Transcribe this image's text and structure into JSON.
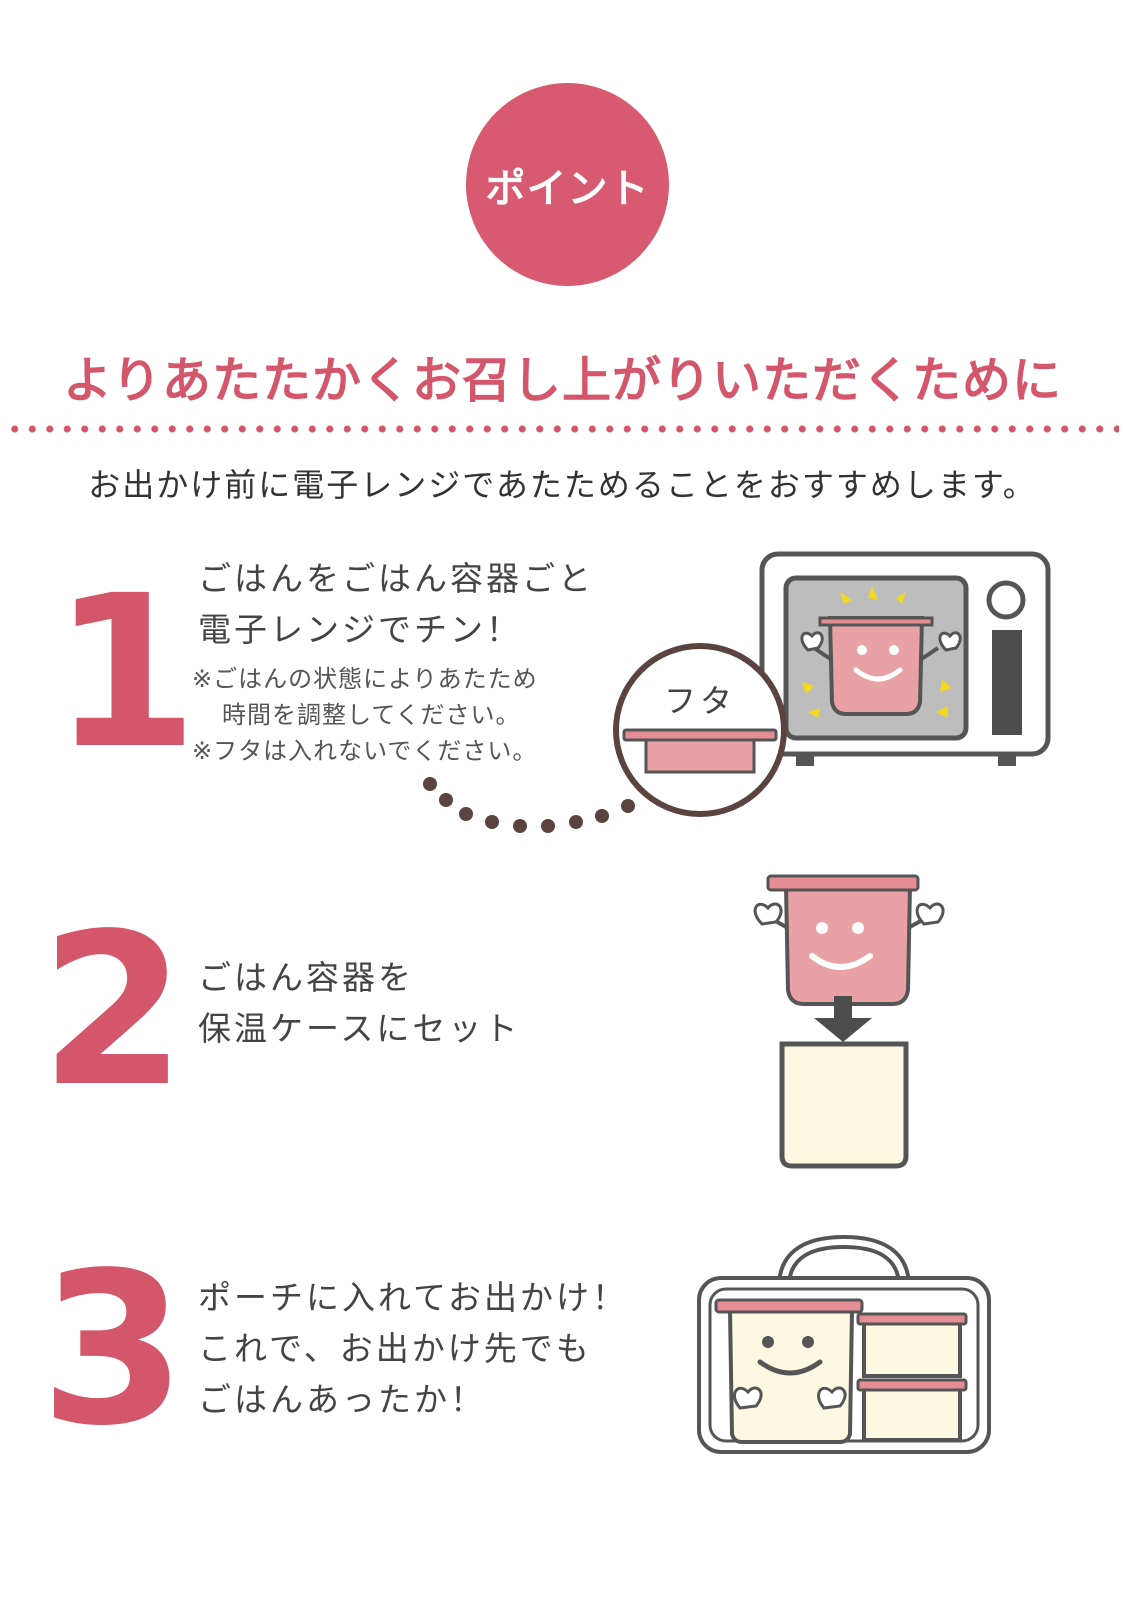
{
  "badge": {
    "label": "ポイント"
  },
  "headline": "よりあたたかくお召し上がりいただくために",
  "subline": "お出かけ前に電子レンジであたためることをおすすめします。",
  "steps": [
    {
      "number": "1",
      "lines": [
        "ごはんをごはん容器ごと",
        "電子レンジでチン！"
      ],
      "notes": [
        "※ごはんの状態によりあたため",
        "時間を調整してください。",
        "※フタは入れないでください。"
      ],
      "callout_label": "フタ"
    },
    {
      "number": "2",
      "lines": [
        "ごはん容器を",
        "保温ケースにセット"
      ]
    },
    {
      "number": "3",
      "lines": [
        "ポーチに入れてお出かけ！",
        "これで、お出かけ先でも",
        "ごはんあったか！"
      ]
    }
  ],
  "colors": {
    "accent": "#d75a70",
    "container_pink": "#e8a2a6",
    "lid_pink": "#e48d95",
    "cream": "#fdf8e1",
    "outline": "#555555",
    "callout_brown": "#5b4440",
    "spark_yellow": "#f3d91b"
  },
  "icons": [
    "microwave-icon",
    "rice-container-icon",
    "lid-callout-icon",
    "heat-case-icon",
    "pouch-icon",
    "down-arrow-icon"
  ]
}
